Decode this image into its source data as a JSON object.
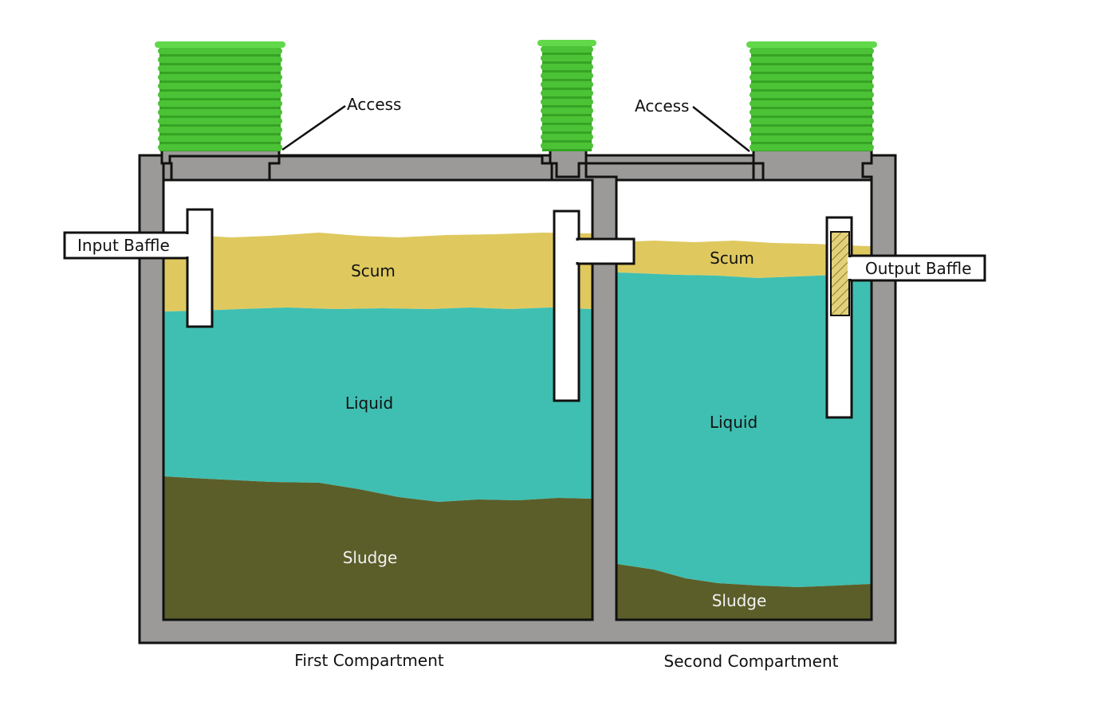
{
  "diagram": {
    "layers_first": {
      "scum": "Scum",
      "liquid": "Liquid",
      "sludge": "Sludge"
    },
    "layers_second": {
      "scum": "Scum",
      "liquid": "Liquid",
      "sludge": "Sludge"
    },
    "access_left": "Access",
    "access_right": "Access",
    "input_baffle": "Input Baffle",
    "output_baffle": "Output Baffle",
    "first_compartment": "First Compartment",
    "second_compartment": "Second Compartment"
  },
  "colors": {
    "concrete": "#9b9a98",
    "outline": "#111111",
    "scum": "#dfc95f",
    "liquid": "#3fbfb2",
    "sludge": "#5b5e29",
    "riser_green": "#4cc236",
    "riser_band": "#36a324",
    "riser_top": "#62d94a",
    "baffle": "#ffffff",
    "filter": "#e3d17a"
  },
  "icons": {
    "riser": "corrugated-riser-icon",
    "filter": "effluent-filter-icon"
  }
}
